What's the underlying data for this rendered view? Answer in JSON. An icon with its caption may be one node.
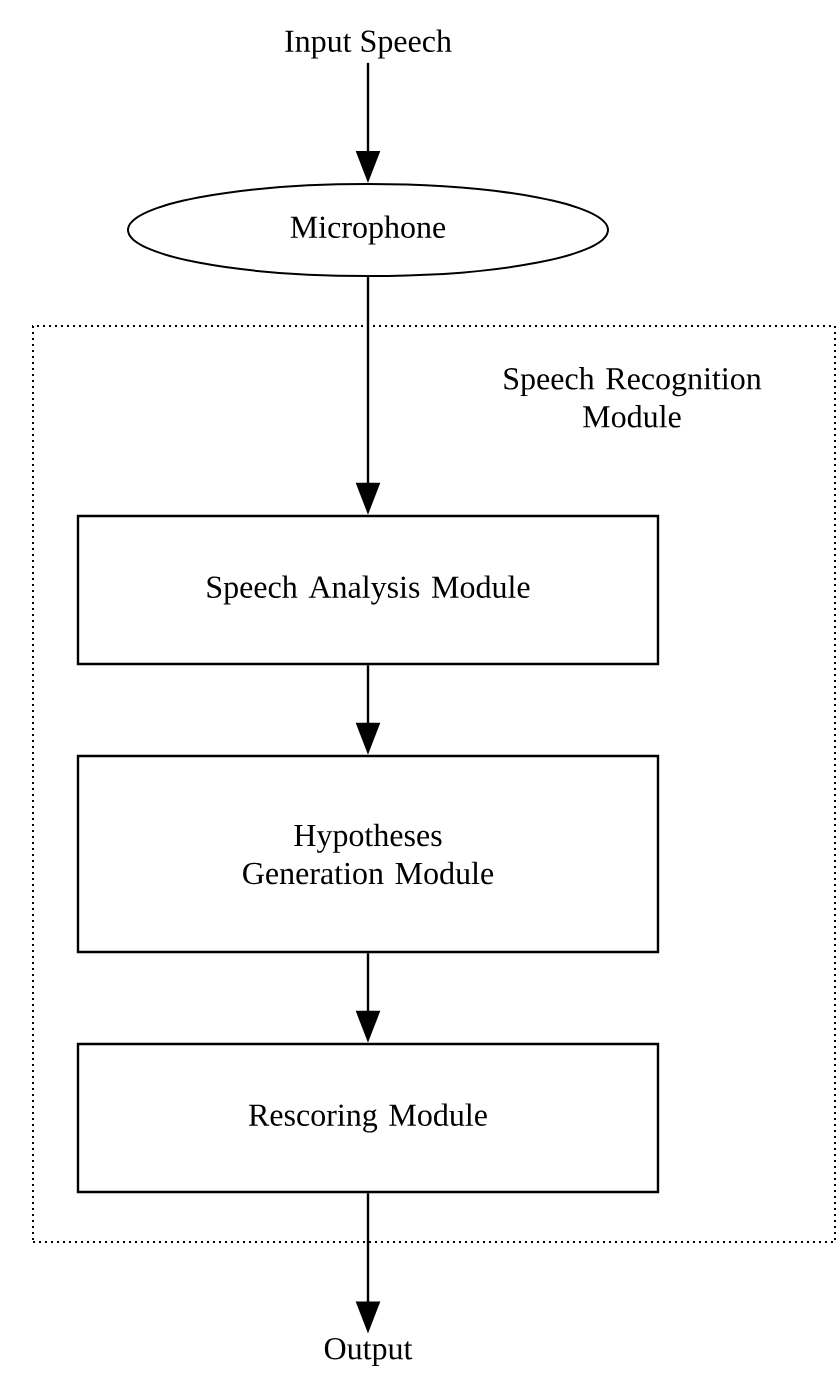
{
  "diagram": {
    "nodes": [
      {
        "text": [
          "Input Speech"
        ]
      },
      {
        "text": [
          "Microphone"
        ]
      },
      {
        "text": [
          "Speech Recognition Module"
        ]
      },
      {
        "text": [
          "Speech Analysis Module"
        ],
        "in": 2
      },
      {
        "text": [
          "Hypotheses Generation Module"
        ],
        "in": 2
      },
      {
        "text": [
          "Rescoring Module"
        ],
        "in": 2
      },
      {
        "text": [
          "Output"
        ]
      }
    ],
    "edges": [
      {
        "from": 0,
        "to": 1,
        "arrow": "to"
      },
      {
        "from": 1,
        "to": 3,
        "arrow": "to"
      },
      {
        "from": 3,
        "to": 4,
        "arrow": "to"
      },
      {
        "from": 4,
        "to": 5,
        "arrow": "to"
      },
      {
        "from": 5,
        "to": 6,
        "arrow": "to"
      }
    ]
  }
}
